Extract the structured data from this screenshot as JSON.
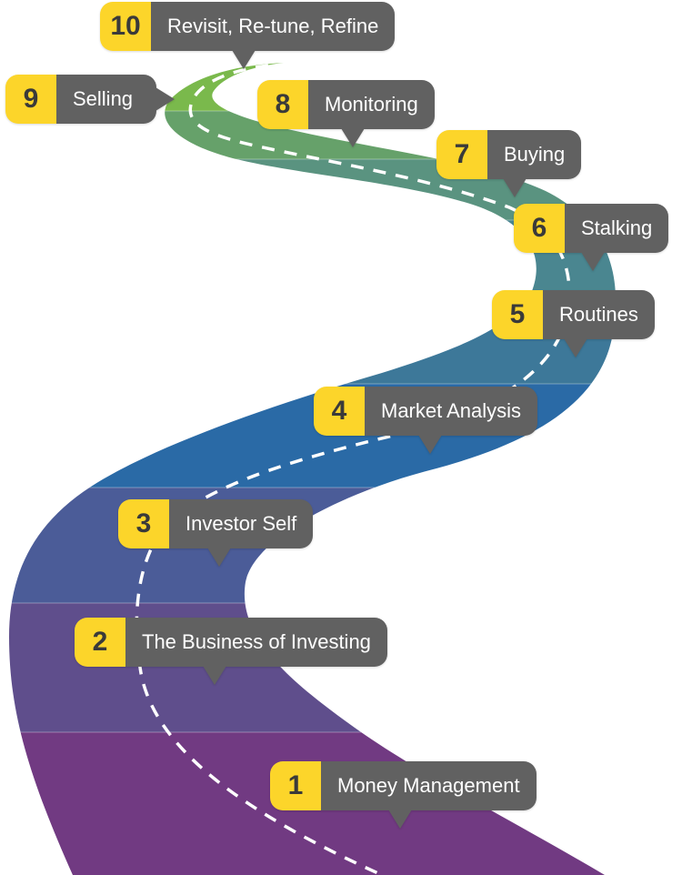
{
  "diagram": {
    "type": "roadmap",
    "road_colors": [
      "#713a82",
      "#5f4e8c",
      "#4b5c98",
      "#2a6aa6",
      "#3d7899",
      "#4a8690",
      "#5a9380",
      "#66a16a",
      "#7ab94c"
    ],
    "lane_marking_color": "#ffffff",
    "callout_number_color": "#fcd52a",
    "callout_label_color": "#616161",
    "steps": [
      {
        "number": "1",
        "label": "Money Management"
      },
      {
        "number": "2",
        "label": "The Business of Investing"
      },
      {
        "number": "3",
        "label": "Investor Self"
      },
      {
        "number": "4",
        "label": "Market Analysis"
      },
      {
        "number": "5",
        "label": "Routines"
      },
      {
        "number": "6",
        "label": "Stalking"
      },
      {
        "number": "7",
        "label": "Buying"
      },
      {
        "number": "8",
        "label": "Monitoring"
      },
      {
        "number": "9",
        "label": "Selling"
      },
      {
        "number": "10",
        "label": "Revisit, Re-tune, Refine"
      }
    ]
  }
}
